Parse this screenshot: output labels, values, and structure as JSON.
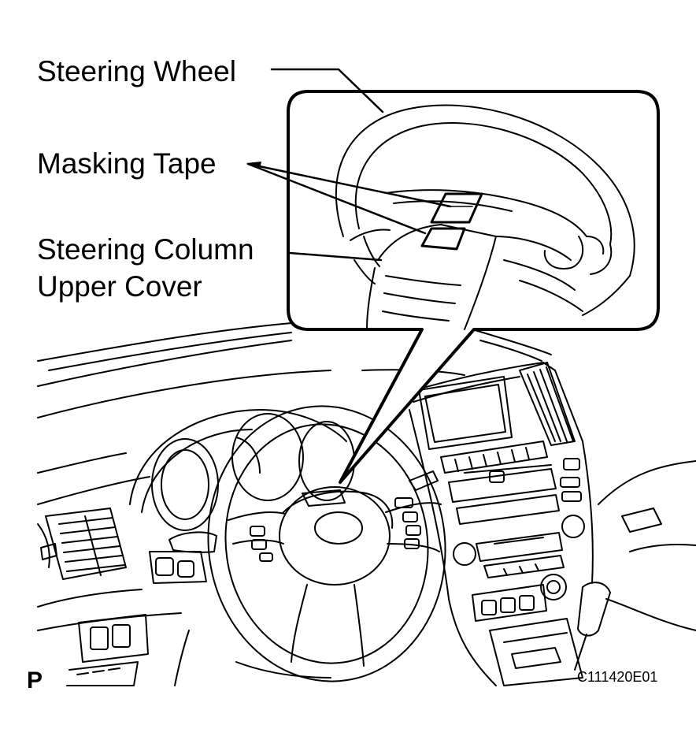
{
  "labels": {
    "steering_wheel": "Steering Wheel",
    "masking_tape": "Masking Tape",
    "steering_column_line1": "Steering Column",
    "steering_column_line2": "Upper Cover"
  },
  "corner_letter": "P",
  "figure_code": "C111420E01",
  "colors": {
    "ink": "#000000",
    "paper": "#ffffff"
  }
}
